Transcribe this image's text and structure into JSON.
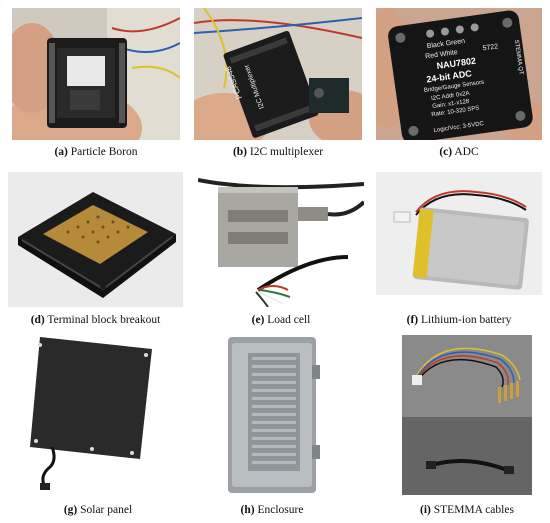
{
  "figures": [
    {
      "id": "a",
      "label": "(a)",
      "caption": "Particle Boron"
    },
    {
      "id": "b",
      "label": "(b)",
      "caption": "I2C multiplexer"
    },
    {
      "id": "c",
      "label": "(c)",
      "caption": "ADC"
    },
    {
      "id": "d",
      "label": "(d)",
      "caption": "Terminal block breakout"
    },
    {
      "id": "e",
      "label": "(e)",
      "caption": "Load cell"
    },
    {
      "id": "f",
      "label": "(f)",
      "caption": "Lithium-ion battery"
    },
    {
      "id": "g",
      "label": "(g)",
      "caption": "Solar panel"
    },
    {
      "id": "h",
      "label": "(h)",
      "caption": "Enclosure"
    },
    {
      "id": "i",
      "label": "(i)",
      "caption": "STEMMA cables"
    }
  ],
  "board_text": {
    "mux_chip": "PCA9548",
    "mux_name": "I2C Multiplexer",
    "adc_title": "NAU7802",
    "adc_line1": "24-bit ADC",
    "adc_line2": "Bridge/Gauge Sensors",
    "adc_line3": "I2C Addr 0x2A",
    "adc_line4": "Gain: x1-x128",
    "adc_line5": "Rate: 10-320 SPS",
    "adc_logic": "Logic/Vcc: 3-5VDC",
    "adc_colors": "Black  Green",
    "adc_colors2": "Red  White",
    "adc_brand": "STEMMA QT",
    "adc_num": "5722"
  },
  "colors": {
    "pcb_black": "#1b1b1b",
    "wire_red": "#c0392b",
    "wire_yellow": "#e0c02a",
    "wire_blue": "#2c5fb3",
    "proto_gold": "#b58b3a",
    "battery": "#b9b9b9",
    "steel": "#a9a7a2",
    "panel_black": "#2a2a2a",
    "enclosure_grey": "#9aa0a3"
  }
}
